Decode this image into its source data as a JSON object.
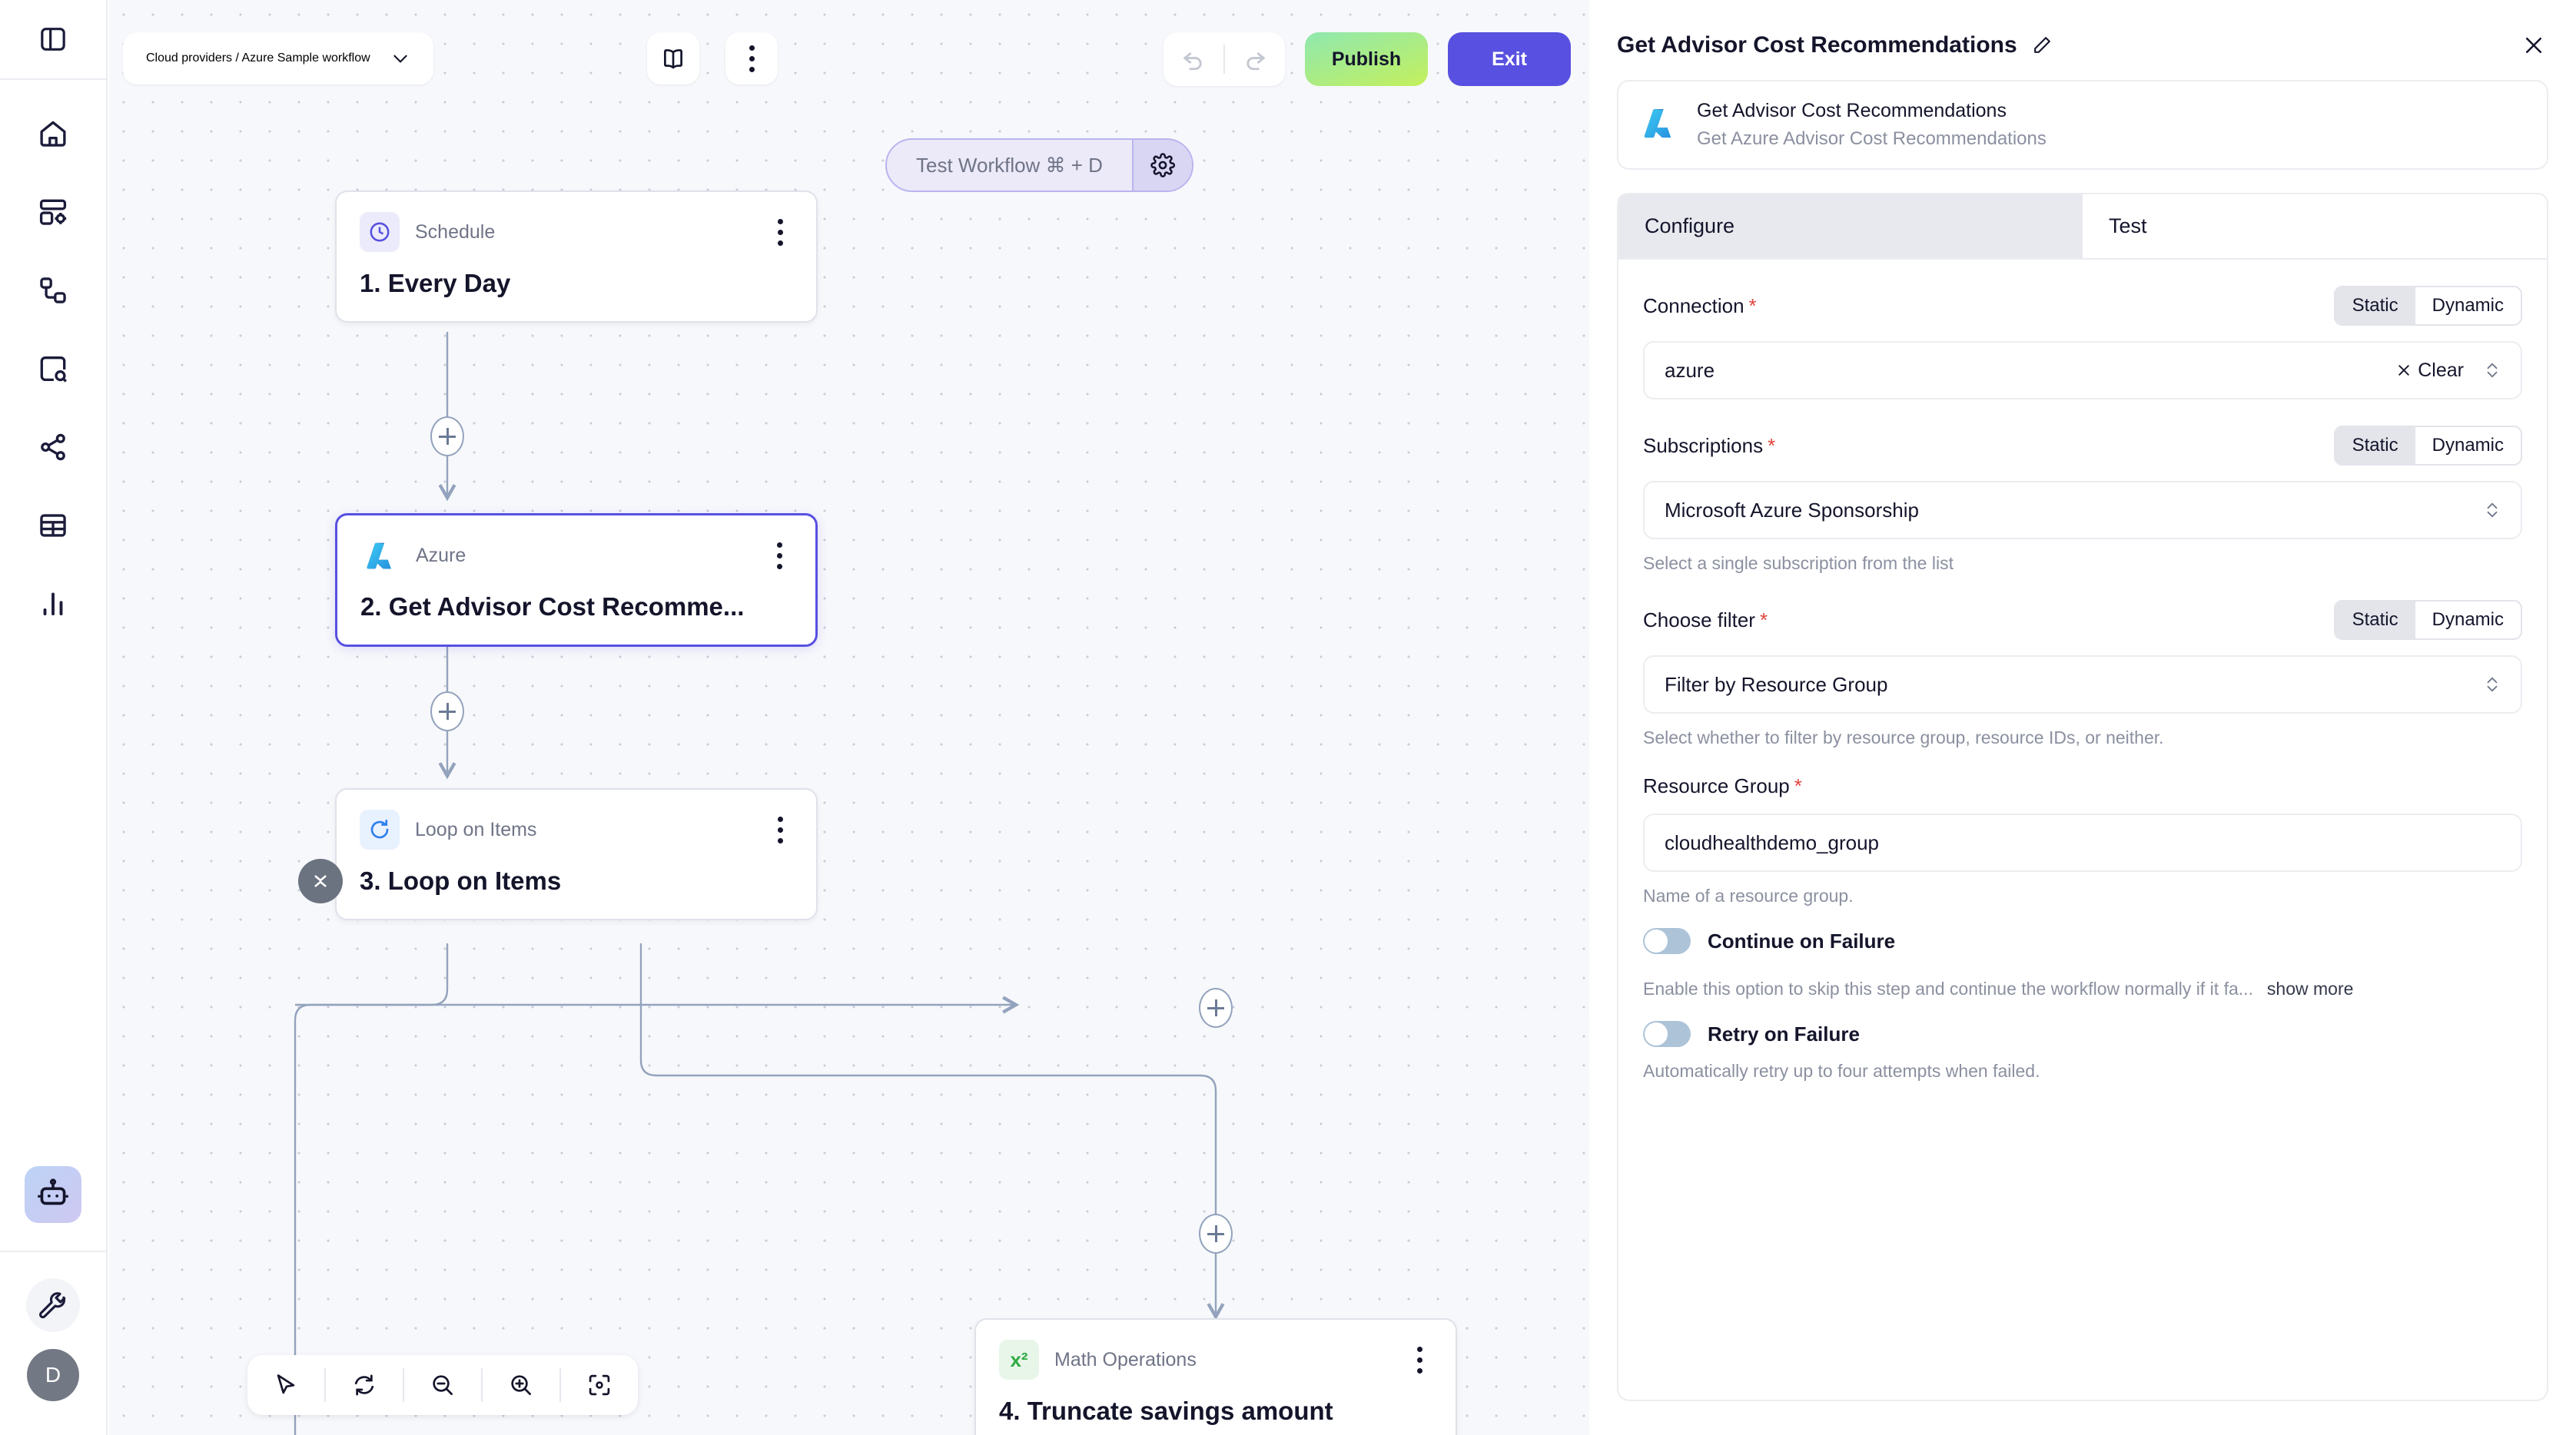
{
  "rail": {
    "toggle_sidebar": "sidebar-toggle",
    "items": [
      {
        "name": "home",
        "label": "Home"
      },
      {
        "name": "workflows",
        "label": "Workflows"
      },
      {
        "name": "integrations",
        "label": "Integrations"
      },
      {
        "name": "search-resources",
        "label": "Search Resources"
      },
      {
        "name": "connections",
        "label": "Connections"
      },
      {
        "name": "tables",
        "label": "Tables"
      },
      {
        "name": "analytics",
        "label": "Analytics"
      }
    ],
    "agent_label": "Agent",
    "tools_label": "Tools",
    "avatar_initial": "D"
  },
  "toolbar": {
    "breadcrumb": "Cloud providers / Azure Sample workflow",
    "docs_label": "Docs",
    "more_label": "More options",
    "undo_label": "Undo",
    "redo_label": "Redo",
    "publish_label": "Publish",
    "exit_label": "Exit",
    "publish_color": "#c4f05c",
    "exit_color": "#5850e0"
  },
  "canvas": {
    "test_pill": {
      "label": "Test Workflow ⌘ + D",
      "settings_label": "Test settings"
    },
    "nodes": [
      {
        "id": "node-1",
        "type": "Schedule",
        "title": "1. Every Day",
        "icon": "clock-icon",
        "selected": false
      },
      {
        "id": "node-2",
        "type": "Azure",
        "title": "2. Get Advisor Cost Recomme...",
        "icon": "azure-icon",
        "selected": true
      },
      {
        "id": "node-3",
        "type": "Loop on Items",
        "title": "3. Loop on Items",
        "icon": "refresh-icon",
        "selected": false
      },
      {
        "id": "node-4",
        "type": "Math Operations",
        "title": "4. Truncate savings amount",
        "icon": "x-squared-icon",
        "selected": false
      }
    ],
    "add_step_label": "Add step",
    "collapse_label": "Collapse loop",
    "tools": [
      {
        "name": "select-tool",
        "label": "Select"
      },
      {
        "name": "reset-view-tool",
        "label": "Reset view"
      },
      {
        "name": "zoom-out-tool",
        "label": "Zoom out"
      },
      {
        "name": "zoom-in-tool",
        "label": "Zoom in"
      },
      {
        "name": "fit-view-tool",
        "label": "Fit to view"
      }
    ]
  },
  "panel": {
    "title": "Get Advisor Cost Recommendations",
    "edit_label": "Rename",
    "close_label": "Close",
    "card": {
      "title": "Get Advisor Cost Recommendations",
      "subtitle": "Get Azure Advisor Cost Recommendations",
      "icon": "azure-icon"
    },
    "tabs": [
      {
        "label": "Configure",
        "active": true
      },
      {
        "label": "Test",
        "active": false
      }
    ],
    "segmented_options": [
      "Static",
      "Dynamic"
    ],
    "fields": [
      {
        "label": "Connection",
        "required": true,
        "mode": "Static",
        "value": "azure",
        "clear_label": "Clear",
        "hint": ""
      },
      {
        "label": "Subscriptions",
        "required": true,
        "mode": "Static",
        "value": "Microsoft Azure Sponsorship",
        "hint": "Select a single subscription from the list"
      },
      {
        "label": "Choose filter",
        "required": true,
        "mode": "Static",
        "value": "Filter by Resource Group",
        "hint": "Select whether to filter by resource group, resource IDs, or neither."
      },
      {
        "label": "Resource Group",
        "required": true,
        "mode": "",
        "value": "cloudhealthdemo_group",
        "hint": "Name of a resource group."
      }
    ],
    "toggles": [
      {
        "label": "Continue on Failure",
        "on": false,
        "hint": "Enable this option to skip this step and continue the workflow normally if it fa...",
        "show_more": "show more"
      },
      {
        "label": "Retry on Failure",
        "on": false,
        "hint": "Automatically retry up to four attempts when failed.",
        "show_more": ""
      }
    ]
  }
}
